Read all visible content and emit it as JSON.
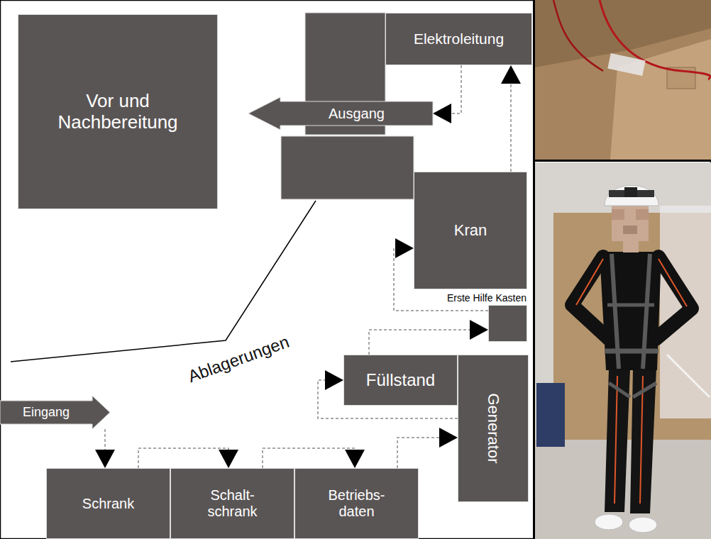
{
  "diagram": {
    "nodes": [
      {
        "text": [
          "Vor und Nachbereitung"
        ]
      },
      {
        "text": [
          "Elektroleitung"
        ]
      },
      {
        "text": [
          "Ausgang"
        ]
      },
      {
        "text": [
          "Kran"
        ]
      },
      {
        "text": [
          "Erste Hilfe Kasten"
        ]
      },
      {
        "text": [
          "Eingang"
        ]
      },
      {
        "text": [
          "Füllstand"
        ]
      },
      {
        "text": [
          "Generator"
        ]
      },
      {
        "text": [
          "Schrank"
        ]
      },
      {
        "text": [
          "Schalt- schrank"
        ]
      },
      {
        "text": [
          "Betriebs- daten"
        ]
      }
    ],
    "edges": [
      {
        "from": 5,
        "to": 8,
        "arrow": "to"
      },
      {
        "from": 8,
        "to": 9,
        "arrow": "to"
      },
      {
        "from": 9,
        "to": 10,
        "arrow": "to"
      },
      {
        "from": 10,
        "to": 7,
        "arrow": "to"
      },
      {
        "from": 7,
        "to": 6,
        "arrow": "to"
      },
      {
        "from": 6,
        "to": 4,
        "arrow": "to"
      },
      {
        "from": 4,
        "to": 3,
        "arrow": "to"
      },
      {
        "from": 3,
        "to": 1,
        "arrow": "to"
      },
      {
        "from": 1,
        "to": 2,
        "arrow": "to"
      }
    ],
    "labels": [
      "Ablagerungen"
    ]
  }
}
